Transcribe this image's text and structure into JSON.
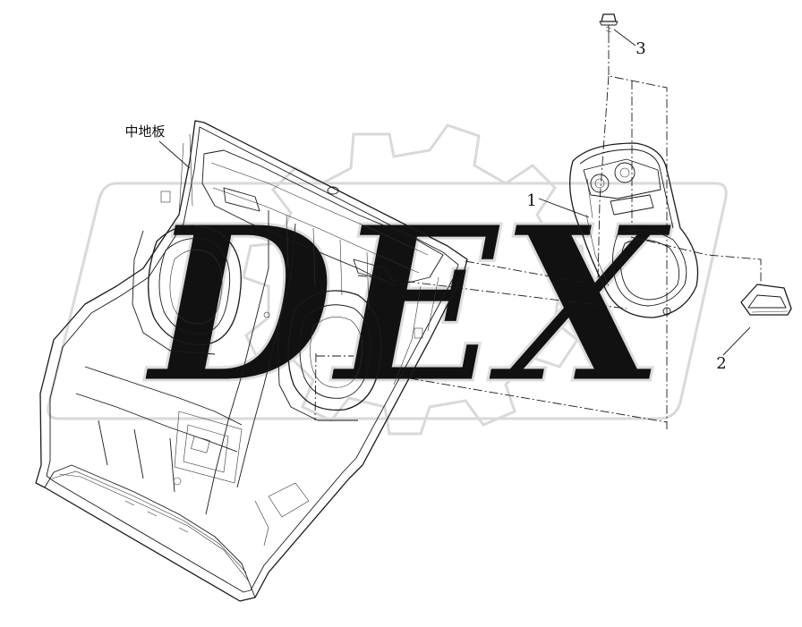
{
  "callouts": {
    "part1": "1",
    "part2": "2",
    "part3": "3",
    "floor_label": "中地板"
  },
  "watermark": {
    "text": "DEX",
    "color": "#d9d9d9"
  },
  "icons": {
    "bolt": "bolt-icon",
    "cover": "cover-icon",
    "plug": "plug-icon"
  }
}
